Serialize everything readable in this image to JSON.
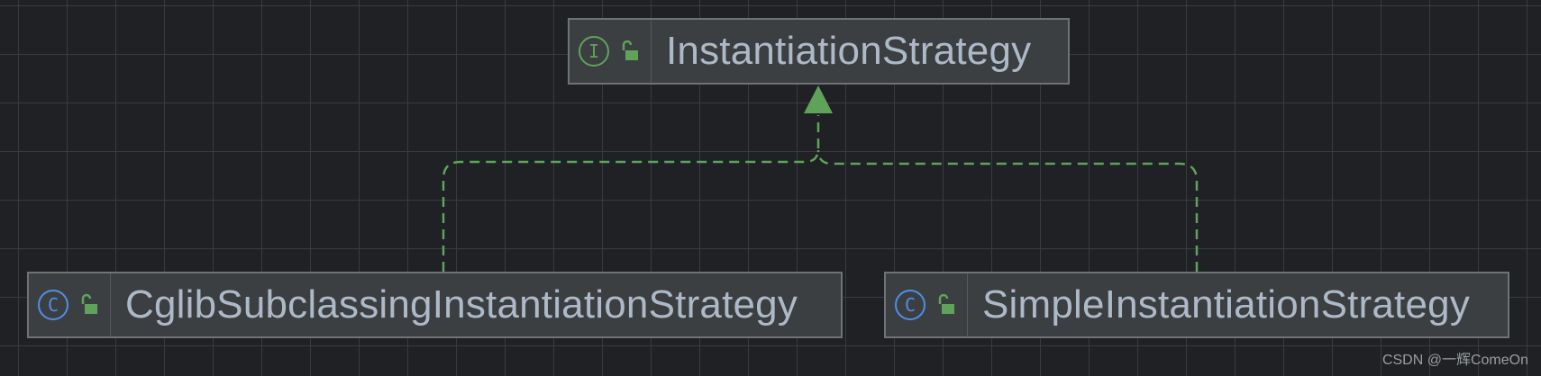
{
  "diagram": {
    "nodes": [
      {
        "id": "interface",
        "label": "InstantiationStrategy",
        "kind": "interface",
        "kind_glyph": "I",
        "kind_icon": "interface-icon",
        "visibility_icon": "public-lock-icon"
      },
      {
        "id": "cglib",
        "label": "CglibSubclassingInstantiationStrategy",
        "kind": "class",
        "kind_glyph": "C",
        "kind_icon": "class-icon",
        "visibility_icon": "public-lock-icon"
      },
      {
        "id": "simple",
        "label": "SimpleInstantiationStrategy",
        "kind": "class",
        "kind_glyph": "C",
        "kind_icon": "class-icon",
        "visibility_icon": "public-lock-icon"
      }
    ],
    "edges": [
      {
        "from": "cglib",
        "to": "interface",
        "relation": "implements",
        "style": "dashed"
      },
      {
        "from": "simple",
        "to": "interface",
        "relation": "implements",
        "style": "dashed"
      }
    ]
  },
  "colors": {
    "background": "#1f2124",
    "grid": "#393b3e",
    "node_fill": "#3c3f41",
    "node_border": "#6f7276",
    "label_text": "#aeb9c8",
    "interface_icon": "#5fa35a",
    "class_icon": "#4f8fe8",
    "edge": "#5fa35a"
  },
  "watermark": "CSDN @一辉ComeOn"
}
